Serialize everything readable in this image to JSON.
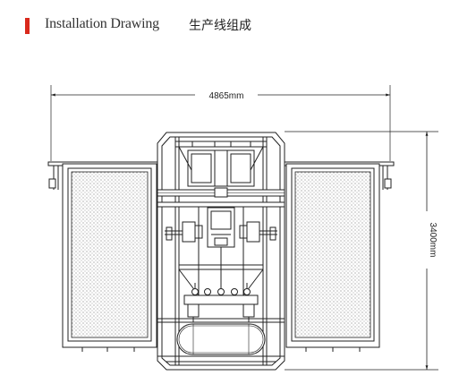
{
  "header": {
    "title_en": "Installation Drawing",
    "title_zh": "生产线组成",
    "accent_color": "#d9291c"
  },
  "drawing": {
    "width_label": "4865mm",
    "height_label": "3400mm"
  },
  "icons": {
    "accent": "vertical-bar"
  }
}
